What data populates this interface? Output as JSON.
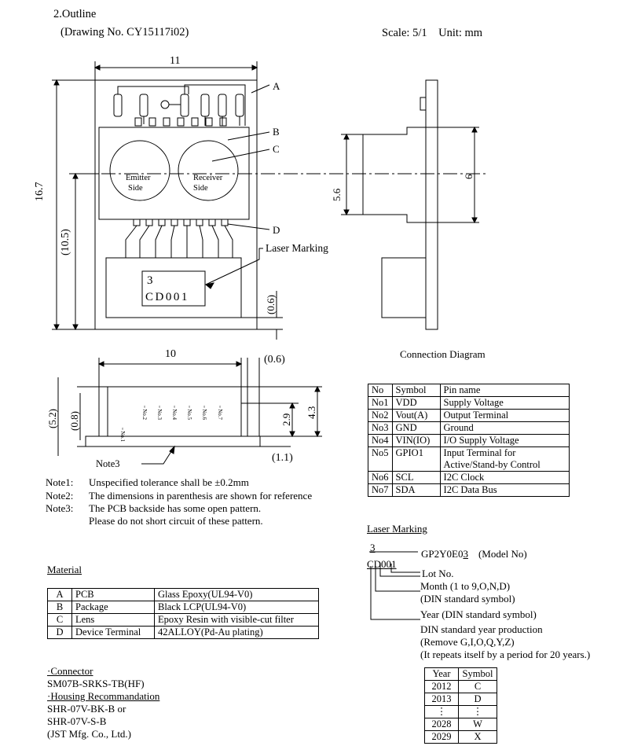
{
  "header": {
    "section": "2.Outline",
    "drawing_no": "(Drawing No. CY15117i02)",
    "scale_label": "Scale",
    "scale_value": "5/1",
    "unit_label": "Unit",
    "unit_value": "mm"
  },
  "top_view": {
    "dim_width": "11",
    "dim_height": "16.7",
    "dim_inner": "(10.5)",
    "dim_margin": "(0.6)",
    "callouts": [
      "A",
      "B",
      "C",
      "D"
    ],
    "emitter": [
      "Emitter",
      "Side"
    ],
    "receiver": [
      "Receiver",
      "Side"
    ],
    "laser_marking": "Laser Marking",
    "mark_line1": "3",
    "mark_line2": "CD001"
  },
  "side_view": {
    "dim_5_6": "5.6",
    "dim_6": "6"
  },
  "front_view": {
    "dim_10": "10",
    "dim_0_6": "(0.6)",
    "dim_5_2": "(5.2)",
    "dim_0_8": "(0.8)",
    "dim_2_9": "2.9",
    "dim_4_3": "4.3",
    "dim_1_1": "(1.1)",
    "note3": "Note3",
    "pins": [
      "No.1",
      "No.2",
      "No.3",
      "No.4",
      "No.5",
      "No.6",
      "No.7"
    ]
  },
  "notes": [
    {
      "label": "Note1:",
      "text": "Unspecified tolerance shall be ±0.2mm"
    },
    {
      "label": "Note2:",
      "text": "The dimensions in parenthesis are shown for reference"
    },
    {
      "label": "Note3:",
      "text": "The PCB backside has some open pattern."
    },
    {
      "label": "",
      "text": "Please do not short circuit of these pattern."
    }
  ],
  "connection": {
    "title": "Connection Diagram",
    "headers": [
      "No",
      "Symbol",
      "Pin name"
    ],
    "rows": [
      [
        "No1",
        "VDD",
        "Supply Voltage"
      ],
      [
        "No2",
        "Vout(A)",
        "Output Terminal"
      ],
      [
        "No3",
        "GND",
        "Ground"
      ],
      [
        "No4",
        "VIN(IO)",
        "I/O Supply Voltage"
      ],
      [
        "No5",
        "GPIO1",
        "Input Terminal for",
        "Active/Stand-by Control"
      ],
      [
        "No6",
        "SCL",
        "I2C Clock"
      ],
      [
        "No7",
        "SDA",
        "I2C Data Bus"
      ]
    ]
  },
  "laser": {
    "title": "Laser Marking",
    "top_char": "3",
    "model_prefix": "GP2Y0E0",
    "model_digit": "3",
    "model_label": "(Model No)",
    "code": "CD001",
    "lot": "Lot No.",
    "month": "Month (1 to 9,O,N,D)",
    "month_note": "(DIN standard symbol)",
    "year": "Year (DIN standard symbol)",
    "year_line1": "DIN standard year production",
    "year_line2": "(Remove G,I,O,Q,Y,Z)",
    "year_line3": "(It repeats itself by a period for 20 years.)"
  },
  "year_table": {
    "headers": [
      "Year",
      "Symbol"
    ],
    "rows": [
      [
        "2012",
        "C"
      ],
      [
        "2013",
        "D"
      ],
      [
        "⋮",
        "⋮"
      ],
      [
        "2028",
        "W"
      ],
      [
        "2029",
        "X"
      ]
    ]
  },
  "material": {
    "title": "Material",
    "rows": [
      [
        "A",
        "PCB",
        "Glass Epoxy(UL94-V0)"
      ],
      [
        "B",
        "Package",
        "Black LCP(UL94-V0)"
      ],
      [
        "C",
        "Lens",
        "Epoxy Resin with visible-cut filter"
      ],
      [
        "D",
        "Device Terminal",
        "42ALLOY(Pd-Au plating)"
      ]
    ]
  },
  "connector": {
    "title": "·Connector",
    "part": "SM07B-SRKS-TB(HF)",
    "housing_title": "·Housing Recommandation",
    "housing1": "SHR-07V-BK-B or",
    "housing2": "SHR-07V-S-B",
    "maker": "(JST Mfg. Co., Ltd.)"
  }
}
